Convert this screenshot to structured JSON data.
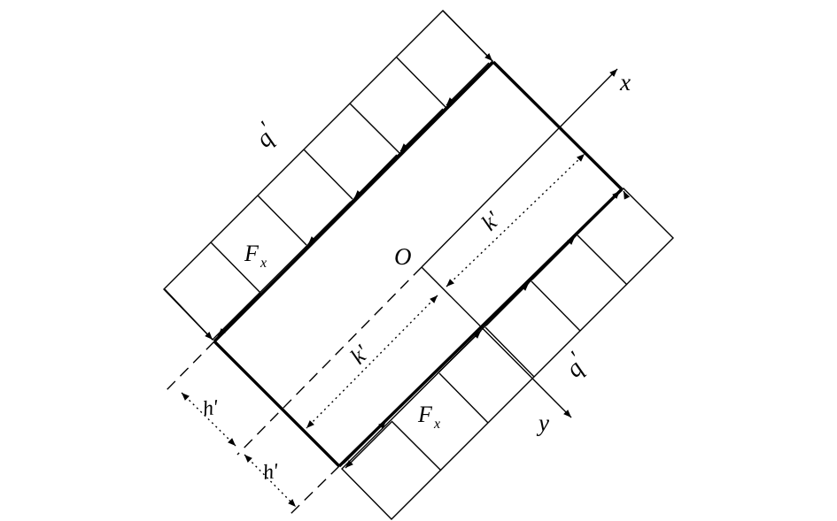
{
  "labels": {
    "x_axis": "x",
    "y_axis": "y",
    "origin": "O",
    "q_upper": "q",
    "q_upper_prime": "′",
    "q_lower": "q",
    "q_lower_prime": "′",
    "force_upper_main": "F",
    "force_upper_sub": "x",
    "force_lower_main": "F",
    "force_lower_sub": "x",
    "k_upper": "k′",
    "k_lower": "k′",
    "h_upper": "h′",
    "h_lower": "h′"
  },
  "colors": {
    "stroke": "#000000",
    "background": "#ffffff"
  }
}
